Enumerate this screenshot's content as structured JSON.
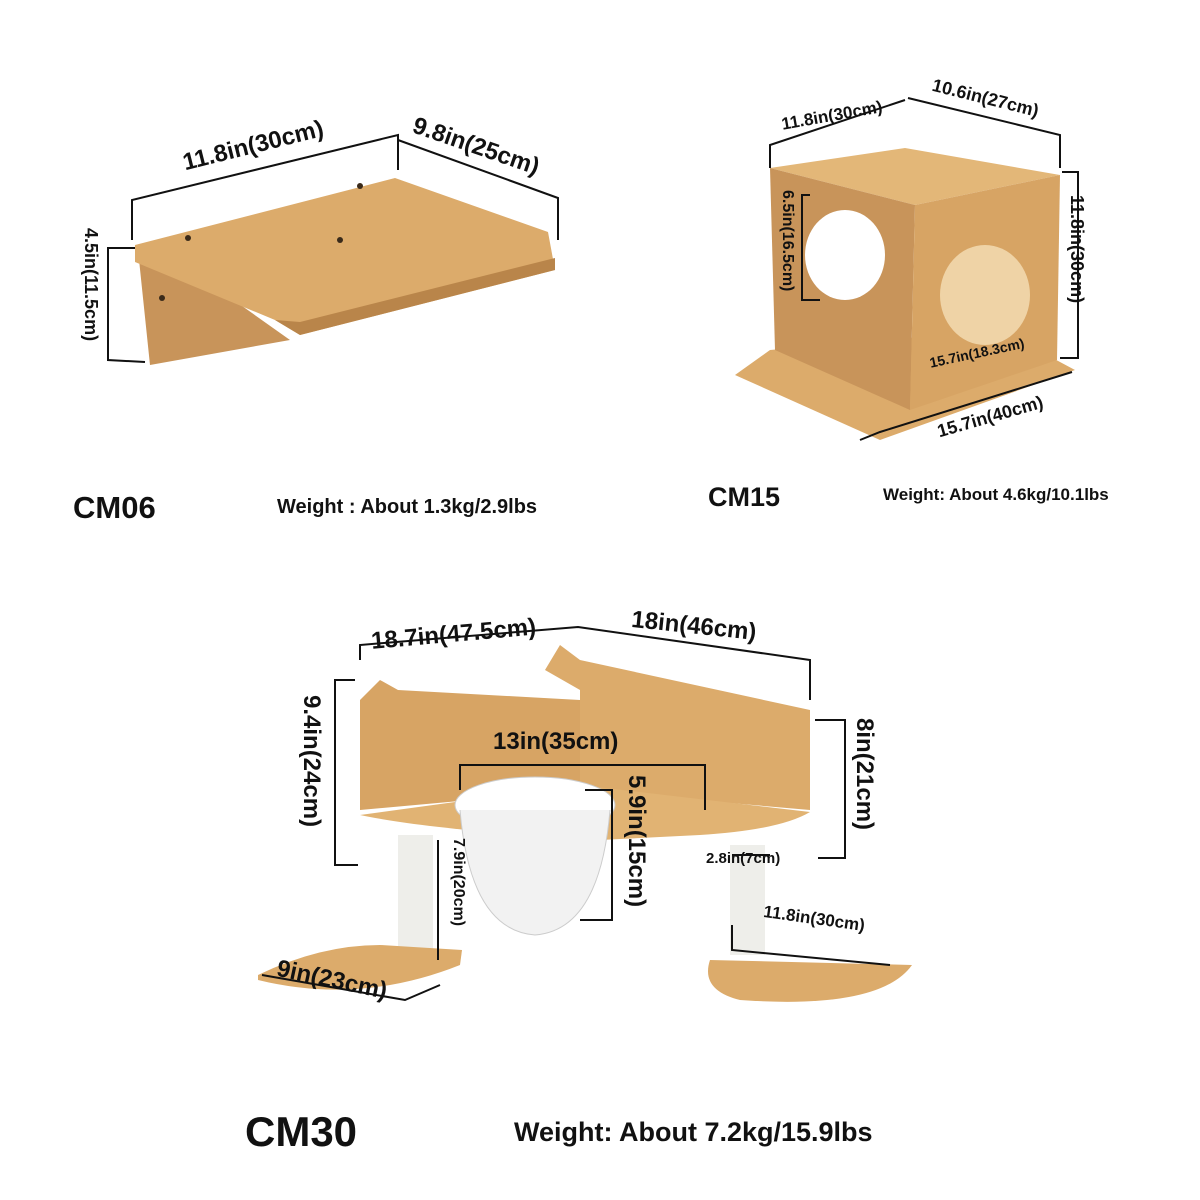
{
  "colors": {
    "wood": "#d9a866",
    "wood_dark": "#b9854a",
    "wood_light": "#e8c189",
    "line": "#111111"
  },
  "products": [
    {
      "model": "CM06",
      "weight": "Weight : About 1.3kg/2.9lbs",
      "dimensions": {
        "width": "11.8in(30cm)",
        "depth": "9.8in(25cm)",
        "height": "4.5in(11.5cm)"
      }
    },
    {
      "model": "CM15",
      "weight": "Weight: About 4.6kg/10.1lbs",
      "dimensions": {
        "top_width": "11.8in(30cm)",
        "top_depth": "10.6in(27cm)",
        "height": "11.8in(30cm)",
        "hole_height": "6.5in(16.5cm)",
        "hole_width": "15.7in(18.3cm)",
        "base_width": "15.7in(40cm)"
      }
    },
    {
      "model": "CM30",
      "weight": "Weight: About 7.2kg/15.9lbs",
      "dimensions": {
        "left_width": "18.7in(47.5cm)",
        "right_width": "18in(46cm)",
        "left_height": "9.4in(24cm)",
        "right_height": "8in(21cm)",
        "bowl_diameter": "13in(35cm)",
        "bowl_depth": "5.9in(15cm)",
        "post_height": "7.9in(20cm)",
        "post_diameter": "2.8in(7cm)",
        "right_step": "11.8in(30cm)",
        "left_step": "9in(23cm)"
      }
    }
  ]
}
